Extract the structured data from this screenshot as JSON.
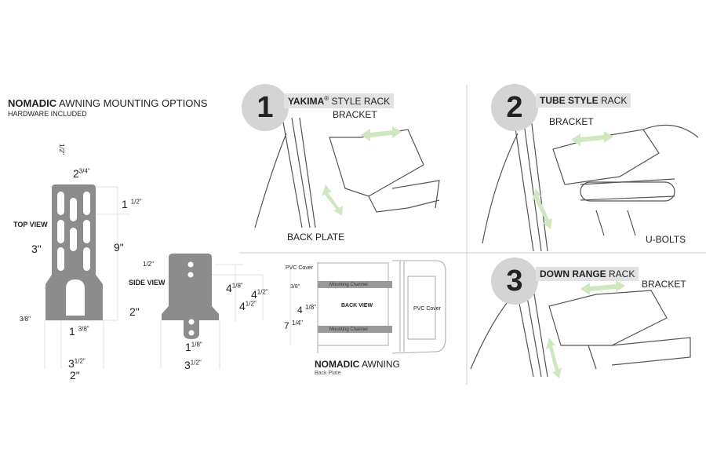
{
  "header": {
    "brand": "NOMADIC",
    "title": "AWNING MOUNTING OPTIONS",
    "subtitle": "HARDWARE INCLUDED"
  },
  "top_view": {
    "label": "TOP VIEW",
    "dims": {
      "top_gap": "1/2\"",
      "width_top": "2",
      "width_top_frac": "3/4\"",
      "slot_pitch": "1",
      "slot_pitch_frac": "1/2\"",
      "slot_height": "3\"",
      "length": "9\"",
      "base": "2\"",
      "edge": "3/8\"",
      "cutout": "1",
      "cutout_frac": "3/8\"",
      "width_bottom": "3",
      "width_bottom_frac": "1/2\"",
      "cutout_width": "2\""
    }
  },
  "side_view": {
    "label": "SIDE VIEW",
    "dims": {
      "hole": "1/2\"",
      "height1": "4",
      "height1_frac": "1/8\"",
      "height2": "4",
      "height2_frac": "1/2\"",
      "height3": "4",
      "height3_frac": "1/2\"",
      "tab": "1",
      "tab_frac": "1/8\"",
      "width": "3",
      "width_frac": "1/2\""
    }
  },
  "back_plate": {
    "pvc_cover_top": "PVC Cover",
    "channel_top": "Mounting Channel",
    "channel_bottom": "Mounting Channel",
    "view": "BACK VIEW",
    "pvc_cover_side": "PVC Cover",
    "d1": "3/8\"",
    "d2": "4",
    "d2_frac": "1/8\"",
    "d3": "7",
    "d3_frac": "1/4\"",
    "brand": "NOMADIC",
    "title": "AWNING",
    "subtitle": "Back Plate"
  },
  "options": [
    {
      "number": "1",
      "name_bold": "YAKIMA",
      "reg": "®",
      "name_rest": " STYLE RACK",
      "labels": [
        "BRACKET",
        "BACK PLATE"
      ]
    },
    {
      "number": "2",
      "name_bold": "TUBE STYLE",
      "name_rest": " RACK",
      "labels": [
        "BRACKET",
        "U-BOLTS"
      ]
    },
    {
      "number": "3",
      "name_bold": "DOWN RANGE",
      "name_rest": " RACK",
      "labels": [
        "BRACKET"
      ]
    }
  ],
  "colors": {
    "plate": "#8c8c8c",
    "arrow": "#c8e6b4",
    "circle": "#d4d4d4"
  }
}
